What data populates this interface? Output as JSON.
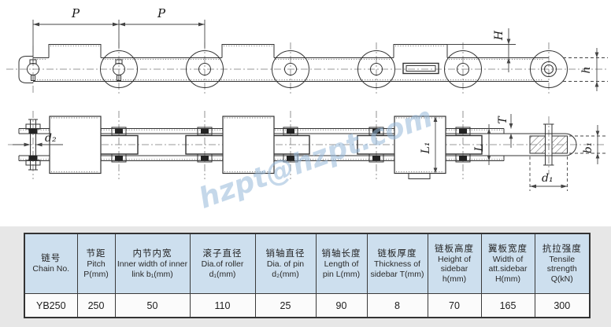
{
  "watermark": {
    "text": "hzpt@hzpt.com"
  },
  "colors": {
    "drawing_line": "#333333",
    "table_header_bg": "#cddfee",
    "strip_bg": "#e7e7e7",
    "watermark": "#97b9d9"
  },
  "side_view": {
    "labels": {
      "p1": "P",
      "p2": "P",
      "att_height": "H",
      "sidebar_height": "h"
    }
  },
  "plan_view": {
    "labels": {
      "pin_dia": "d₂",
      "att_plate_len": "L₁",
      "pin_len": "L",
      "plate_thickness": "T",
      "inner_width": "b₁",
      "roller_dia": "d₁"
    }
  },
  "table": {
    "columns": [
      {
        "cn": "链号",
        "en": "Chain No."
      },
      {
        "cn": "节距",
        "en": "Pitch P(mm)"
      },
      {
        "cn": "内节内宽",
        "en": "Inner width of inner link b₁(mm)"
      },
      {
        "cn": "滚子直径",
        "en": "Dia.of roller d₁(mm)"
      },
      {
        "cn": "销轴直径",
        "en": "Dia. of pin d₂(mm)"
      },
      {
        "cn": "销轴长度",
        "en": "Length of pin L(mm)"
      },
      {
        "cn": "链板厚度",
        "en": "Thickness of sidebar T(mm)"
      },
      {
        "cn": "链板高度",
        "en": "Height of sidebar h(mm)"
      },
      {
        "cn": "翼板宽度",
        "en": "Width of att.sidebar H(mm)"
      },
      {
        "cn": "抗拉强度",
        "en": "Tensile strength Q(kN)"
      }
    ],
    "row": [
      "YB250",
      "250",
      "50",
      "110",
      "25",
      "90",
      "8",
      "70",
      "165",
      "300"
    ]
  }
}
